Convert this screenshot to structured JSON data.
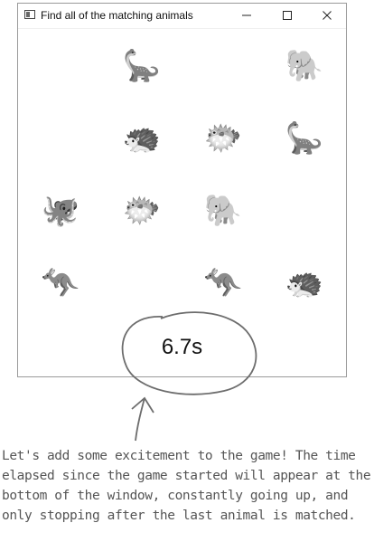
{
  "window": {
    "title": "Find all of the matching animals"
  },
  "grid": {
    "cells": [
      {
        "row": 0,
        "col": 0,
        "emoji": ""
      },
      {
        "row": 0,
        "col": 1,
        "emoji": "🦕"
      },
      {
        "row": 0,
        "col": 2,
        "emoji": ""
      },
      {
        "row": 0,
        "col": 3,
        "emoji": "🐘"
      },
      {
        "row": 1,
        "col": 0,
        "emoji": ""
      },
      {
        "row": 1,
        "col": 1,
        "emoji": "🦔"
      },
      {
        "row": 1,
        "col": 2,
        "emoji": "🐡"
      },
      {
        "row": 1,
        "col": 3,
        "emoji": "🦕"
      },
      {
        "row": 2,
        "col": 0,
        "emoji": "🐙"
      },
      {
        "row": 2,
        "col": 1,
        "emoji": "🐡"
      },
      {
        "row": 2,
        "col": 2,
        "emoji": "🐘"
      },
      {
        "row": 2,
        "col": 3,
        "emoji": ""
      },
      {
        "row": 3,
        "col": 0,
        "emoji": "🦘"
      },
      {
        "row": 3,
        "col": 1,
        "emoji": ""
      },
      {
        "row": 3,
        "col": 2,
        "emoji": "🦘"
      },
      {
        "row": 3,
        "col": 3,
        "emoji": "🦔"
      }
    ]
  },
  "timer": {
    "text": "6.7s"
  },
  "annotation": {
    "lines": [
      "Let's add some excitement to the game! The time",
      "elapsed since the game started will appear at the",
      "bottom of the window, constantly going up, and",
      "only stopping after the last animal is matched."
    ]
  }
}
